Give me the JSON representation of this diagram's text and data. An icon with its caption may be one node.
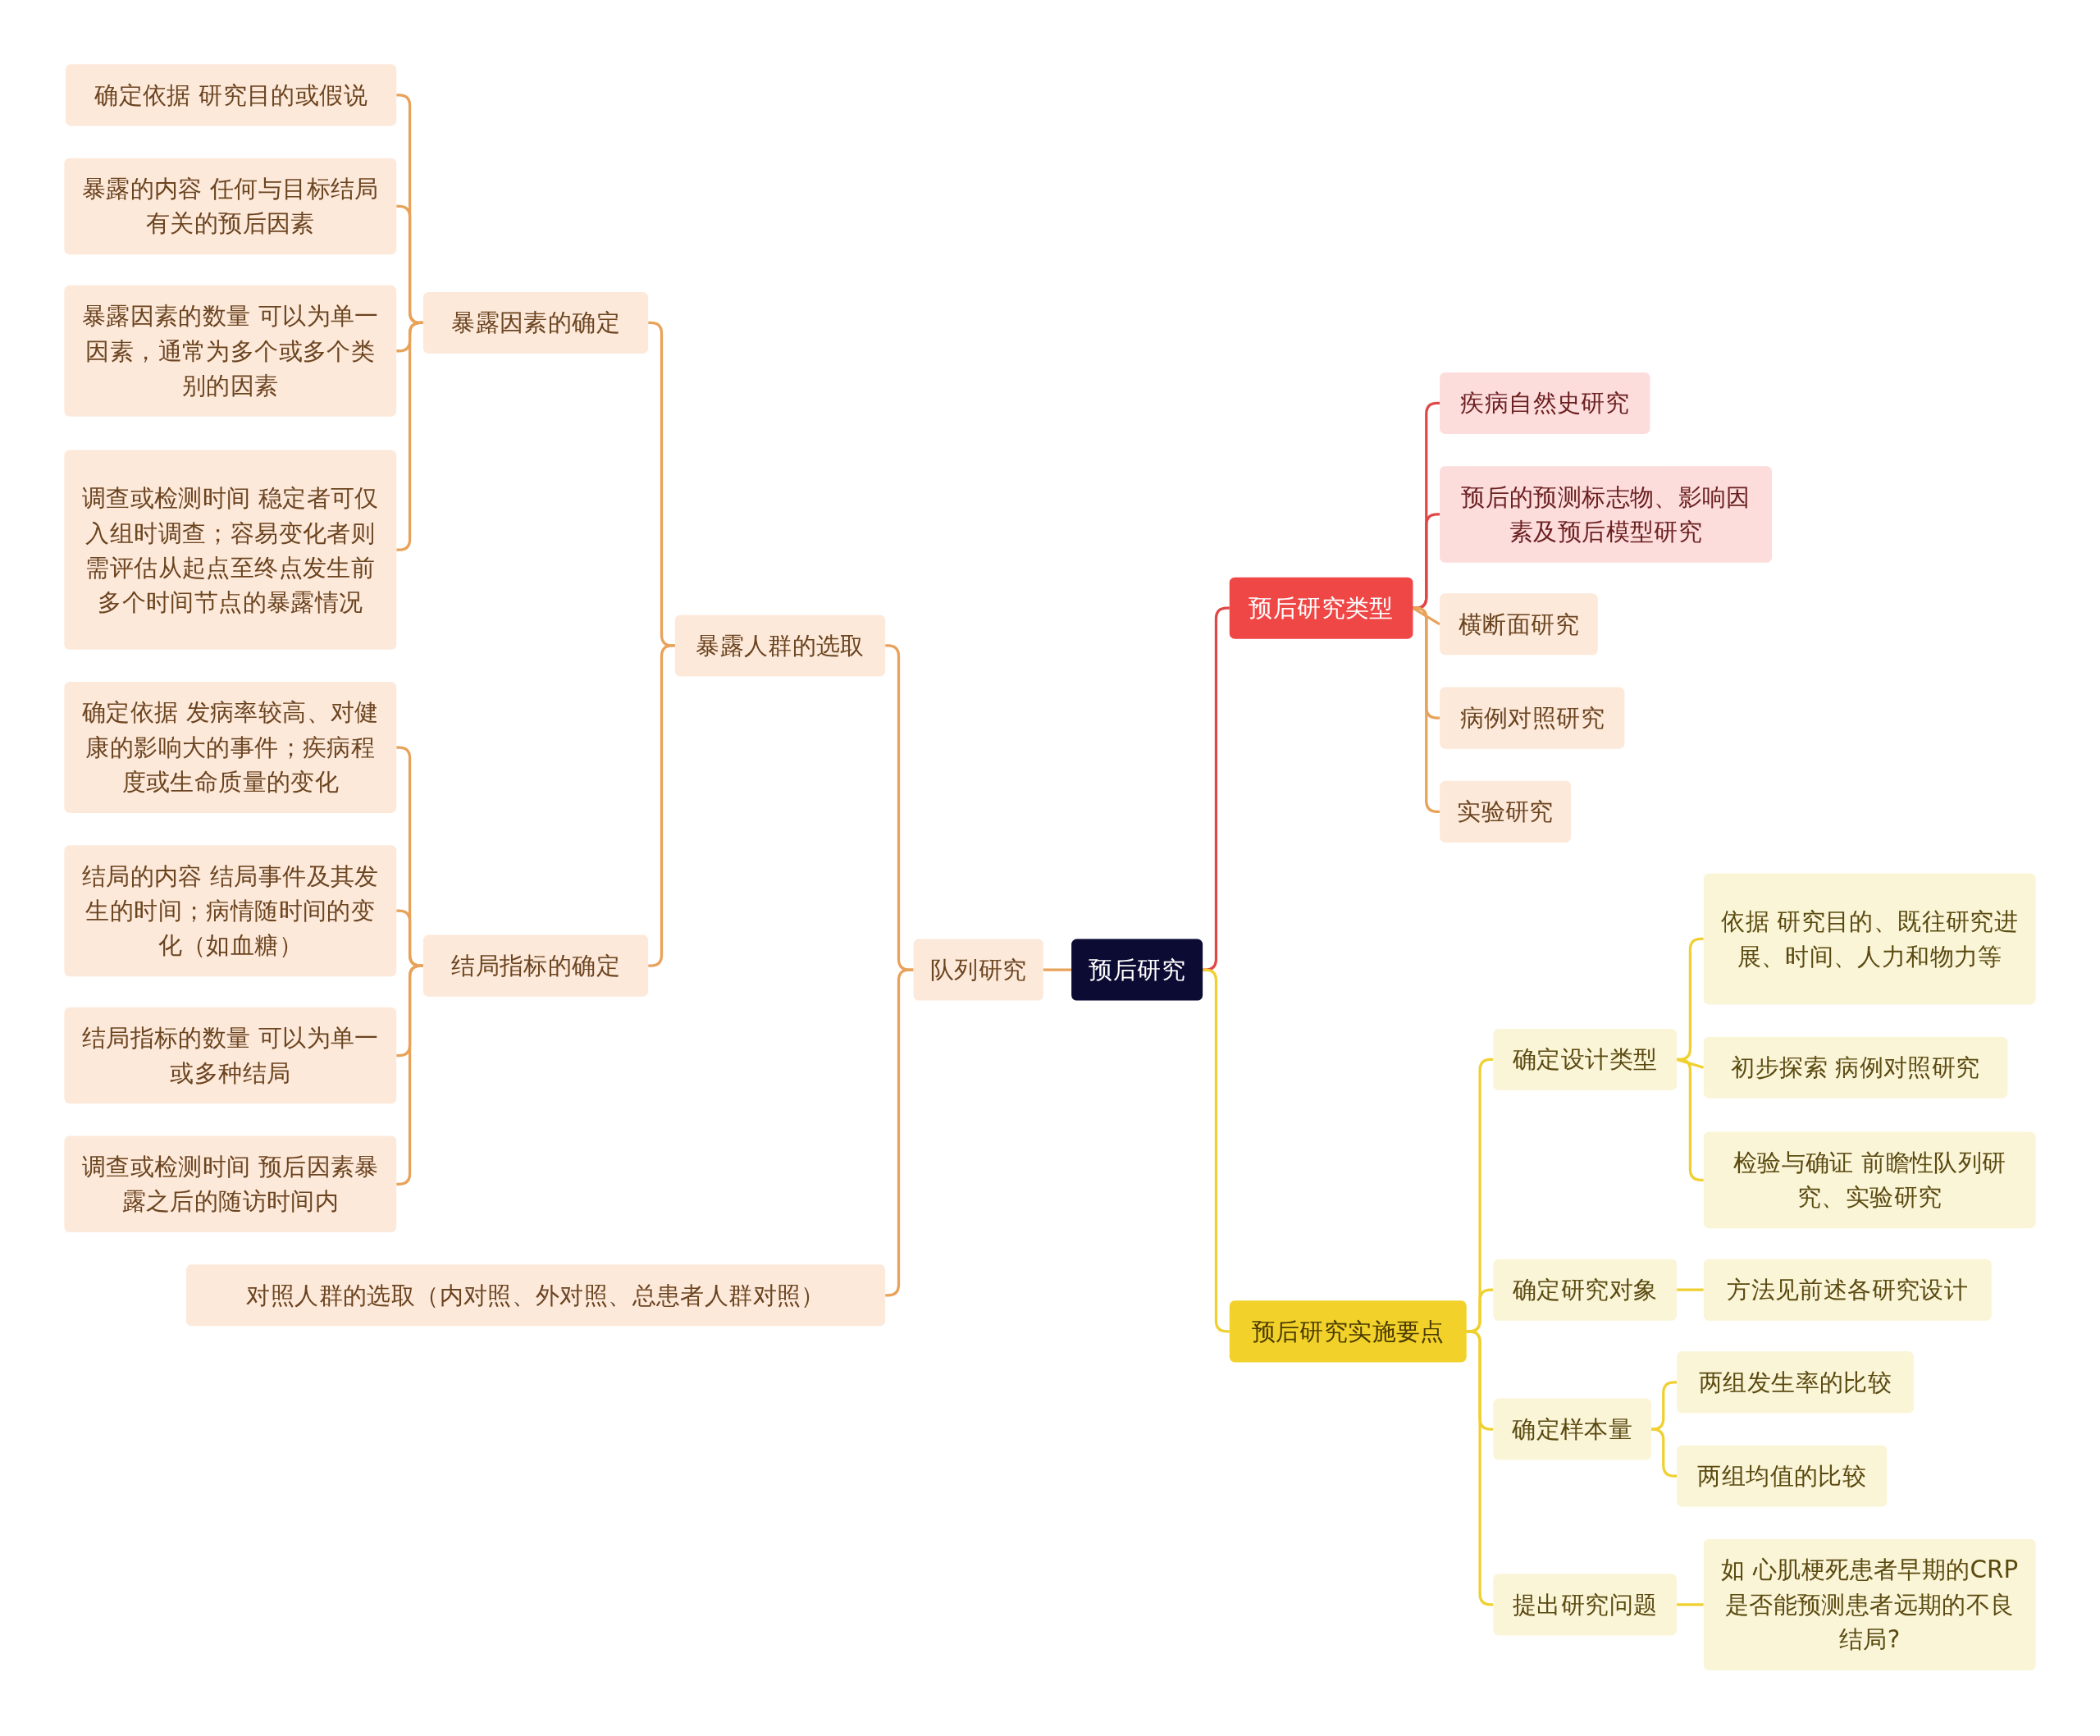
{
  "diagram": {
    "nodes": [
      {
        "text": [
          "预后研究"
        ]
      },
      {
        "text": [
          "队列研究"
        ]
      },
      {
        "text": [
          "暴露人群的选取"
        ]
      },
      {
        "text": [
          "暴露因素的确定"
        ]
      },
      {
        "text": [
          "确定依据 研究目的或假说"
        ]
      },
      {
        "text": [
          "暴露的内容 任何与目标结局有关的预后因素"
        ]
      },
      {
        "text": [
          "暴露因素的数量 可以为单一因素，通常为多个或多个类别的因素"
        ]
      },
      {
        "text": [
          "调查或检测时间 稳定者可仅入组时调查；容易变化者则需评估从起点至终点发生前多个时间节点的暴露情况"
        ]
      },
      {
        "text": [
          "结局指标的确定"
        ]
      },
      {
        "text": [
          "确定依据 发病率较高、对健康的影响大的事件；疾病程度或生命质量的变化"
        ]
      },
      {
        "text": [
          "结局的内容 结局事件及其发生的时间；病情随时间的变化（如血糖）"
        ]
      },
      {
        "text": [
          "结局指标的数量 可以为单一或多种结局"
        ]
      },
      {
        "text": [
          "调查或检测时间 预后因素暴露之后的随访时间内"
        ]
      },
      {
        "text": [
          "对照人群的选取（内对照、外对照、总患者人群对照）"
        ]
      },
      {
        "text": [
          "预后研究类型"
        ]
      },
      {
        "text": [
          "疾病自然史研究"
        ]
      },
      {
        "text": [
          "预后的预测标志物、影响因素及预后模型研究"
        ]
      },
      {
        "text": [
          "横断面研究"
        ]
      },
      {
        "text": [
          "病例对照研究"
        ]
      },
      {
        "text": [
          "实验研究"
        ]
      },
      {
        "text": [
          "预后研究实施要点"
        ]
      },
      {
        "text": [
          "确定设计类型"
        ]
      },
      {
        "text": [
          "依据 研究目的、既往研究进展、时间、人力和物力等"
        ]
      },
      {
        "text": [
          "初步探索 病例对照研究"
        ]
      },
      {
        "text": [
          "检验与确证 前瞻性队列研究、实验研究"
        ]
      },
      {
        "text": [
          "确定研究对象"
        ]
      },
      {
        "text": [
          "方法见前述各研究设计"
        ]
      },
      {
        "text": [
          "确定样本量"
        ]
      },
      {
        "text": [
          "两组发生率的比较"
        ]
      },
      {
        "text": [
          "两组均值的比较"
        ]
      },
      {
        "text": [
          "提出研究问题"
        ]
      },
      {
        "text": [
          "如 心肌梗死患者早期的CRP是否能预测患者远期的不良结局?"
        ]
      }
    ],
    "edges": [
      {
        "from": 0,
        "to": 1,
        "arrow": "none"
      },
      {
        "from": 1,
        "to": 2,
        "arrow": "none"
      },
      {
        "from": 2,
        "to": 3,
        "arrow": "none"
      },
      {
        "from": 3,
        "to": 4,
        "arrow": "none"
      },
      {
        "from": 3,
        "to": 5,
        "arrow": "none"
      },
      {
        "from": 3,
        "to": 6,
        "arrow": "none"
      },
      {
        "from": 3,
        "to": 7,
        "arrow": "none"
      },
      {
        "from": 2,
        "to": 8,
        "arrow": "none"
      },
      {
        "from": 8,
        "to": 9,
        "arrow": "none"
      },
      {
        "from": 8,
        "to": 10,
        "arrow": "none"
      },
      {
        "from": 8,
        "to": 11,
        "arrow": "none"
      },
      {
        "from": 8,
        "to": 12,
        "arrow": "none"
      },
      {
        "from": 1,
        "to": 13,
        "arrow": "none"
      },
      {
        "from": 0,
        "to": 14,
        "arrow": "none",
        "color": "#e04848"
      },
      {
        "from": 14,
        "to": 15,
        "arrow": "none",
        "color": "#e04848"
      },
      {
        "from": 14,
        "to": 16,
        "arrow": "none",
        "color": "#e04848"
      },
      {
        "from": 14,
        "to": 17,
        "arrow": "none",
        "color": "#e8a25a"
      },
      {
        "from": 14,
        "to": 18,
        "arrow": "none",
        "color": "#e8a25a"
      },
      {
        "from": 14,
        "to": 19,
        "arrow": "none",
        "color": "#e8a25a"
      },
      {
        "from": 0,
        "to": 20,
        "arrow": "none",
        "color": "#f0d030"
      },
      {
        "from": 20,
        "to": 21,
        "arrow": "none",
        "color": "#f0d030"
      },
      {
        "from": 21,
        "to": 22,
        "arrow": "none",
        "color": "#f0d030"
      },
      {
        "from": 21,
        "to": 23,
        "arrow": "none",
        "color": "#f0d030"
      },
      {
        "from": 21,
        "to": 24,
        "arrow": "none",
        "color": "#f0d030"
      },
      {
        "from": 20,
        "to": 25,
        "arrow": "none",
        "color": "#f0d030"
      },
      {
        "from": 25,
        "to": 26,
        "arrow": "none",
        "color": "#f0d030"
      },
      {
        "from": 20,
        "to": 27,
        "arrow": "none",
        "color": "#f0d030"
      },
      {
        "from": 27,
        "to": 28,
        "arrow": "none",
        "color": "#f0d030"
      },
      {
        "from": 27,
        "to": 29,
        "arrow": "none",
        "color": "#f0d030"
      },
      {
        "from": 20,
        "to": 30,
        "arrow": "none",
        "color": "#f0d030"
      },
      {
        "from": 30,
        "to": 31,
        "arrow": "none",
        "color": "#f0d030"
      }
    ]
  }
}
